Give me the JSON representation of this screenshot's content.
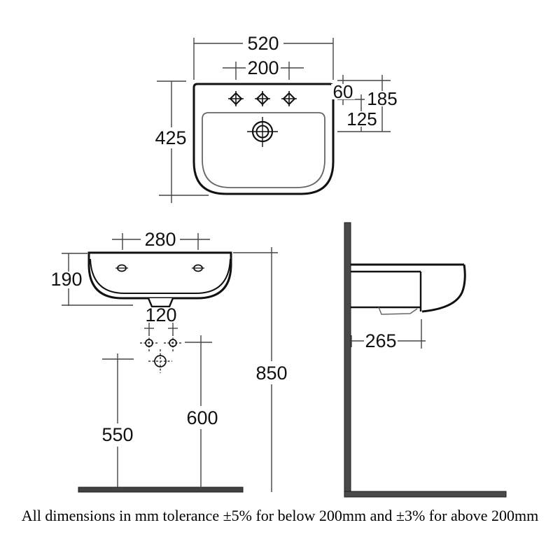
{
  "footer": {
    "note": "All dimensions in mm tolerance ±5% for below 200mm and ±3% for above 200mm"
  },
  "top_view": {
    "overall_width": "520",
    "tap_hole_spacing": "200",
    "overall_depth": "425",
    "rim_to_tap_holes": "60",
    "rim_to_drain": "185",
    "tap_holes_to_drain": "125"
  },
  "front_view": {
    "fixing_hole_spacing": "280",
    "basin_depth": "190",
    "bolt_hole_spacing": "120",
    "left_fixing_height": "550",
    "centre_fixing_height": "600",
    "rim_height": "850"
  },
  "side_view": {
    "wall_projection": "265"
  }
}
